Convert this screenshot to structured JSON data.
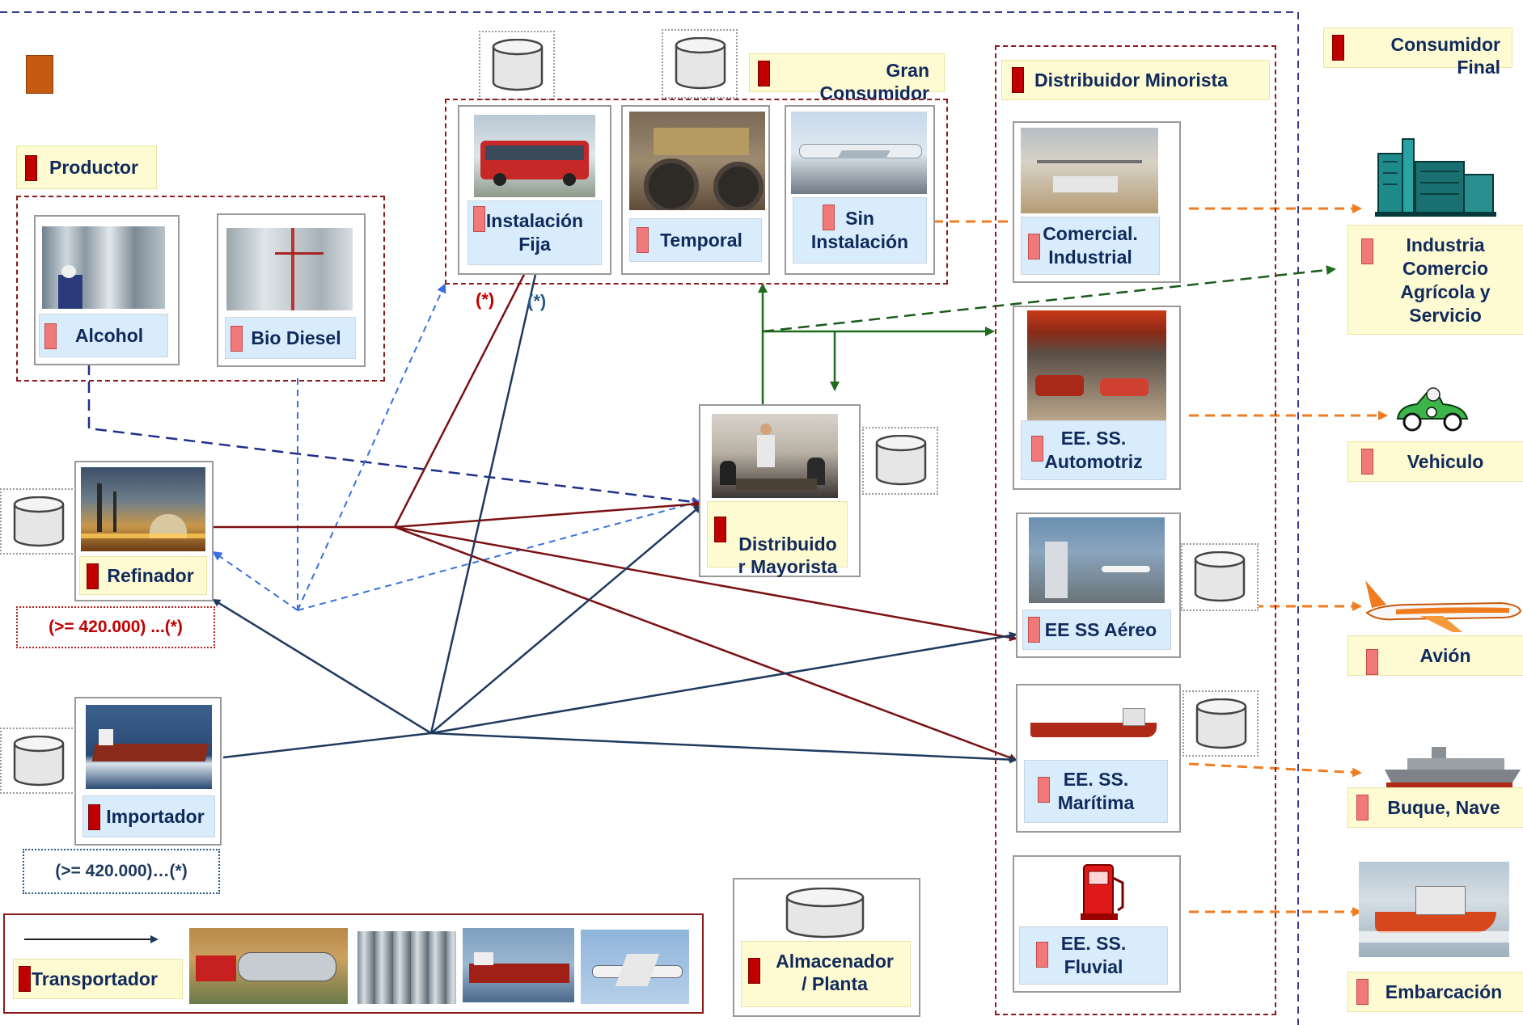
{
  "legend": {
    "swatch_color": "#c55a11"
  },
  "producer": {
    "title": "Productor",
    "items": [
      {
        "label": "Alcohol"
      },
      {
        "label": "Bio Diesel"
      }
    ]
  },
  "refinador": {
    "label": "Refinador",
    "threshold": "(>= 420.000) ...(*)"
  },
  "importador": {
    "label": "Importador",
    "threshold": "(>= 420.000)…(*)"
  },
  "gran_consumidor": {
    "title_line1": "Gran",
    "title_line2": "Consumidor",
    "items": [
      {
        "line1": "Instalación",
        "line2": "Fija"
      },
      {
        "line1": "Temporal",
        "line2": ""
      },
      {
        "line1": "Sin",
        "line2": "Instalación"
      }
    ],
    "mark_red": "(*)",
    "mark_blue": "(*)"
  },
  "mayorista": {
    "line1": "Distribuido",
    "line2": "r Mayorista"
  },
  "minorista": {
    "title": "Distribuidor Minorista",
    "items": [
      {
        "line1": "Comercial.",
        "line2": "Industrial"
      },
      {
        "line1": "EE. SS.",
        "line2": "Automotriz"
      },
      {
        "line1": "EE SS Aéreo",
        "line2": ""
      },
      {
        "line1": "EE. SS.",
        "line2": "Marítima"
      },
      {
        "line1": "EE. SS.",
        "line2": "Fluvial"
      }
    ]
  },
  "consumidor_final": {
    "title_line1": "Consumidor",
    "title_line2": "Final",
    "items": [
      {
        "lines": [
          "Industria",
          "Comercio",
          "Agrícola y",
          "Servicio"
        ]
      },
      {
        "lines": [
          "Vehiculo"
        ]
      },
      {
        "lines": [
          "Avión"
        ]
      },
      {
        "lines": [
          "Buque, Nave"
        ]
      },
      {
        "lines": [
          "Embarcación"
        ]
      }
    ]
  },
  "transportador": {
    "label": "Transportador"
  },
  "almacenador": {
    "line1": "Almacenador",
    "line2": "/ Planta"
  },
  "colors": {
    "dark_red": "#7b1113",
    "navy": "#1f3a5f",
    "green": "#1e6b1e",
    "orange": "#f07c1f",
    "blue_dash": "#3a6fe0",
    "navy_dash": "#1f2f8a",
    "dark_green_dash": "#1a5a1a"
  }
}
